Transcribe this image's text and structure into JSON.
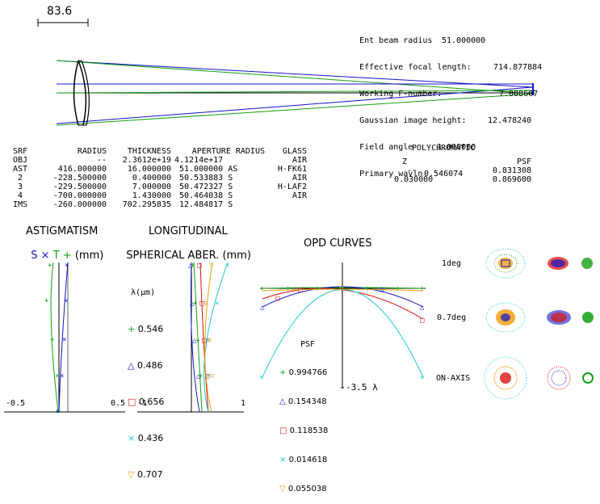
{
  "scale_label": "83.6",
  "specs": [
    {
      "label": "Ent beam radius",
      "value": "51.000000"
    },
    {
      "label": "Effective focal length:",
      "value": "714.877884"
    },
    {
      "label": "Working F-number:",
      "value": "7.008607"
    },
    {
      "label": "Gaussian image height:",
      "value": "12.478240"
    },
    {
      "label": "Field angle",
      "value": "1.000000"
    },
    {
      "label": "Primary wavln",
      "value": "0.546074"
    }
  ],
  "surface_table": {
    "headers": [
      "SRF",
      "RADIUS",
      "THICKNESS",
      "APERTURE RADIUS",
      "GLASS"
    ],
    "rows": [
      [
        "OBJ",
        "--",
        "2.3612e+19",
        "4.1214e+17",
        "AIR"
      ],
      [
        "AST",
        "416.000000",
        "16.000000",
        "51.000000 AS",
        "H-FK61"
      ],
      [
        "2",
        "-228.500000",
        "0.400000",
        "50.533883 S",
        "AIR"
      ],
      [
        "3",
        "-229.500000",
        "7.000000",
        "50.472327 S",
        "H-LAF2"
      ],
      [
        "4",
        "-700.000000",
        "1.430000",
        "50.464038 S",
        "AIR"
      ],
      [
        "IMS",
        "-260.000000",
        "702.295835",
        "12.484817 S",
        ""
      ]
    ]
  },
  "polychromatic": {
    "title": "POLYCHROMATIC",
    "headers": [
      "Z",
      "PSF"
    ],
    "rows": [
      [
        "--",
        "0.831308"
      ],
      [
        "0.030000",
        "0.869600"
      ]
    ]
  },
  "astigmatism": {
    "title": "ASTIGMATISM",
    "legend_s": "S",
    "legend_t": "T",
    "units": "(mm)",
    "xmin": "-0.5",
    "xmax": "0.5"
  },
  "longitudinal": {
    "title_line1": "LONGITUDINAL",
    "title_line2": "SPHERICAL ABER.",
    "units": "(mm)",
    "xmin": "-1",
    "xmax": "1",
    "lambda_label": "λ(μm)"
  },
  "wavelengths": [
    {
      "value": "0.546",
      "color": "#14a014",
      "marker": "plus"
    },
    {
      "value": "0.486",
      "color": "#1414c8",
      "marker": "triangle"
    },
    {
      "value": "0.656",
      "color": "#dc1414",
      "marker": "square"
    },
    {
      "value": "0.436",
      "color": "#1ec8c8",
      "marker": "cross"
    },
    {
      "value": "0.707",
      "color": "#f0a014",
      "marker": "triangle-down"
    }
  ],
  "opd": {
    "title": "OPD CURVES",
    "scale_label": "-3.5 λ",
    "psf_title": "PSF",
    "psf_values": [
      "0.994766",
      "0.154348",
      "0.118538",
      "0.014618",
      "0.055038"
    ]
  },
  "spot_fields": [
    "1deg",
    "0.7deg",
    "ON-AXIS"
  ]
}
